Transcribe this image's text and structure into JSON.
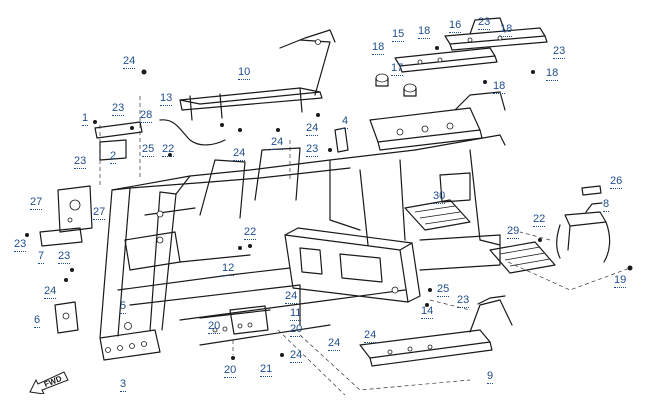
{
  "diagram": {
    "callouts": [
      {
        "id": "c1",
        "label": "1"
      },
      {
        "id": "c2",
        "label": "2"
      },
      {
        "id": "c3",
        "label": "3"
      },
      {
        "id": "c4",
        "label": "4"
      },
      {
        "id": "c5",
        "label": "5"
      },
      {
        "id": "c6",
        "label": "6"
      },
      {
        "id": "c7",
        "label": "7"
      },
      {
        "id": "c8",
        "label": "8"
      },
      {
        "id": "c9",
        "label": "9"
      },
      {
        "id": "c10",
        "label": "10"
      },
      {
        "id": "c11",
        "label": "11"
      },
      {
        "id": "c12",
        "label": "12"
      },
      {
        "id": "c13",
        "label": "13"
      },
      {
        "id": "c14",
        "label": "14"
      },
      {
        "id": "c15",
        "label": "15"
      },
      {
        "id": "c16",
        "label": "16"
      },
      {
        "id": "c17",
        "label": "17"
      },
      {
        "id": "c18a",
        "label": "18"
      },
      {
        "id": "c18b",
        "label": "18"
      },
      {
        "id": "c18c",
        "label": "18"
      },
      {
        "id": "c18d",
        "label": "18"
      },
      {
        "id": "c18e",
        "label": "18"
      },
      {
        "id": "c19",
        "label": "19"
      },
      {
        "id": "c20a",
        "label": "20"
      },
      {
        "id": "c20b",
        "label": "20"
      },
      {
        "id": "c20c",
        "label": "20"
      },
      {
        "id": "c21",
        "label": "21"
      },
      {
        "id": "c22a",
        "label": "22"
      },
      {
        "id": "c22b",
        "label": "22"
      },
      {
        "id": "c22c",
        "label": "22"
      },
      {
        "id": "c23a",
        "label": "23"
      },
      {
        "id": "c23b",
        "label": "23"
      },
      {
        "id": "c23c",
        "label": "23"
      },
      {
        "id": "c23d",
        "label": "23"
      },
      {
        "id": "c23e",
        "label": "23"
      },
      {
        "id": "c23f",
        "label": "23"
      },
      {
        "id": "c23g",
        "label": "23"
      },
      {
        "id": "c23h",
        "label": "23"
      },
      {
        "id": "c24a",
        "label": "24"
      },
      {
        "id": "c24b",
        "label": "24"
      },
      {
        "id": "c24c",
        "label": "24"
      },
      {
        "id": "c24d",
        "label": "24"
      },
      {
        "id": "c24e",
        "label": "24"
      },
      {
        "id": "c24f",
        "label": "24"
      },
      {
        "id": "c24g",
        "label": "24"
      },
      {
        "id": "c24h",
        "label": "24"
      },
      {
        "id": "c24i",
        "label": "24"
      },
      {
        "id": "c25a",
        "label": "25"
      },
      {
        "id": "c25b",
        "label": "25"
      },
      {
        "id": "c26",
        "label": "26"
      },
      {
        "id": "c27a",
        "label": "27"
      },
      {
        "id": "c27b",
        "label": "27"
      },
      {
        "id": "c28",
        "label": "28"
      },
      {
        "id": "c29",
        "label": "29"
      },
      {
        "id": "c30",
        "label": "30"
      }
    ],
    "direction_badge": "FWD",
    "colors": {
      "line": "#1a1a1a",
      "callout": "#1f4e8c"
    }
  }
}
